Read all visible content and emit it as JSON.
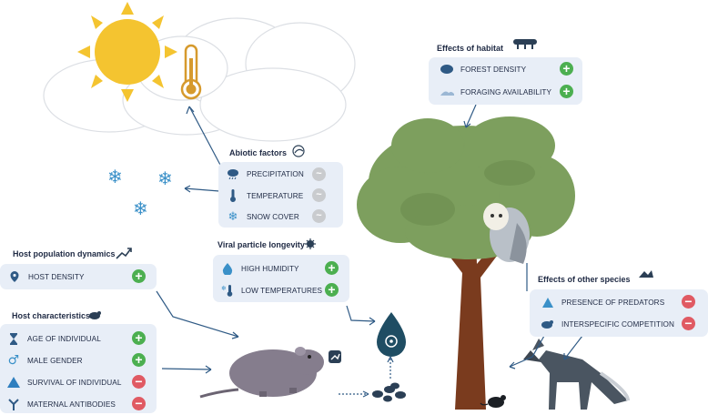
{
  "abiotic": {
    "title": "Abiotic factors",
    "items": [
      {
        "label": "PRECIPITATION",
        "icon": "rain-cloud-icon",
        "effect": "~"
      },
      {
        "label": "TEMPERATURE",
        "icon": "thermometer-icon",
        "effect": "~"
      },
      {
        "label": "SNOW COVER",
        "icon": "snowflake-icon",
        "effect": "~"
      }
    ]
  },
  "habitat": {
    "title": "Effects of habitat",
    "items": [
      {
        "label": "FOREST DENSITY",
        "icon": "forest-icon",
        "effect": "+"
      },
      {
        "label": "FORAGING AVAILABILITY",
        "icon": "grass-icon",
        "effect": "+"
      }
    ]
  },
  "population": {
    "title": "Host population dynamics",
    "items": [
      {
        "label": "HOST DENSITY",
        "icon": "location-pin-icon",
        "effect": "+"
      }
    ]
  },
  "viral": {
    "title": "Viral particle longevity",
    "items": [
      {
        "label": "HIGH HUMIDITY",
        "icon": "humidity-icon",
        "effect": "+"
      },
      {
        "label": "LOW TEMPERATURES",
        "icon": "cold-thermometer-icon",
        "effect": "+"
      }
    ]
  },
  "host": {
    "title": "Host characteristics",
    "items": [
      {
        "label": "AGE OF INDIVIDUAL",
        "icon": "hourglass-icon",
        "effect": "+"
      },
      {
        "label": "MALE GENDER",
        "icon": "male-symbol-icon",
        "effect": "+"
      },
      {
        "label": "SURVIVAL OF INDIVIDUAL",
        "icon": "warning-triangle-icon",
        "effect": "-"
      },
      {
        "label": "MATERNAL ANTIBODIES",
        "icon": "antibody-icon",
        "effect": "-"
      }
    ]
  },
  "species": {
    "title": "Effects of other species",
    "items": [
      {
        "label": "PRESENCE OF PREDATORS",
        "icon": "predator-icon",
        "effect": "-"
      },
      {
        "label": "INTERSPECIFIC COMPETITION",
        "icon": "rodent-icon",
        "effect": "-"
      }
    ]
  },
  "colors": {
    "positive": "#4caf50",
    "negative": "#e05a63",
    "neutral": "#c9cbce",
    "panel": "#e8eef7",
    "arrow": "#2f5a85"
  }
}
